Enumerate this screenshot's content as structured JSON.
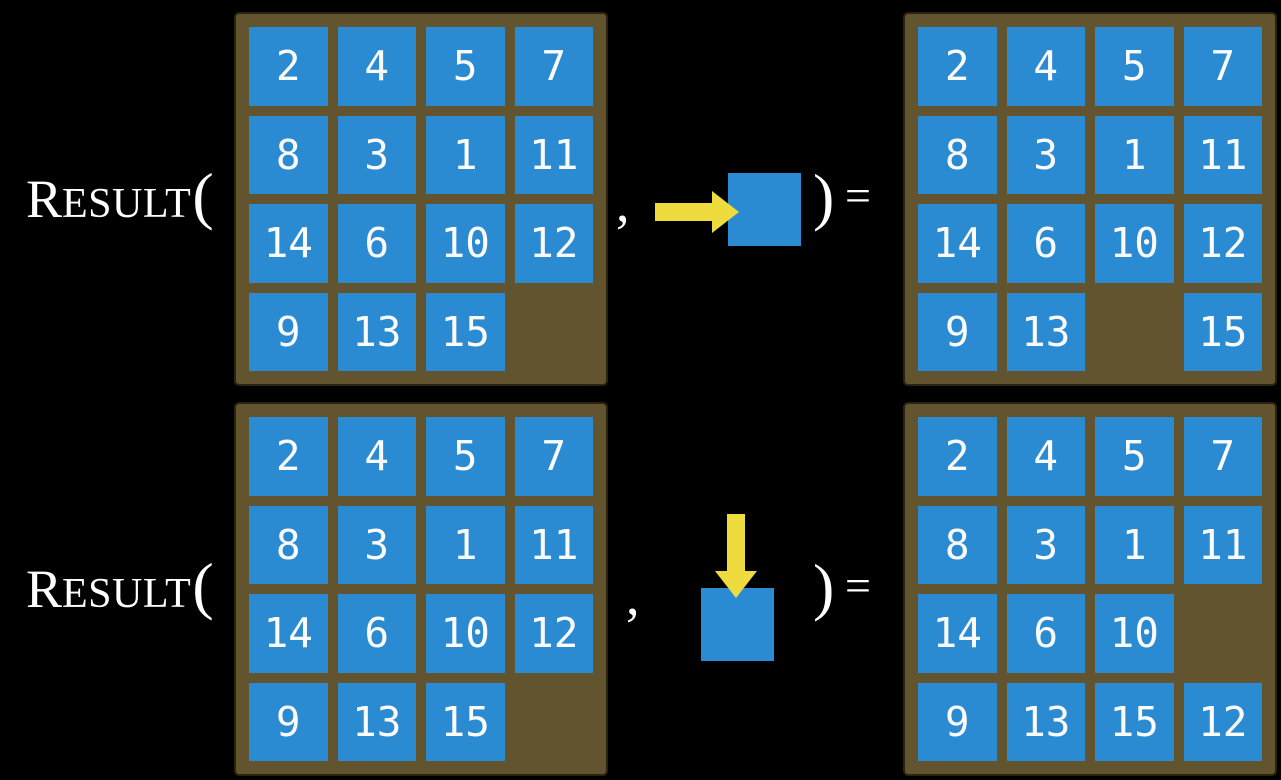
{
  "notation": {
    "function_initial": "R",
    "function_rest": "ESULT",
    "open_paren": "(",
    "comma": ",",
    "close_paren": ")",
    "equals": "="
  },
  "colors": {
    "bg": "#000000",
    "board": "#635430",
    "board_border": "#2b2310",
    "tile": "#2A8AD2",
    "num": "#FBFBFB",
    "arrow": "#EEDC3E",
    "text": "#FFFFFF"
  },
  "examples": [
    {
      "id": "slide-right",
      "move_direction": "right",
      "move_icon": "right-arrow-icon",
      "input_board": [
        [
          "2",
          "4",
          "5",
          "7"
        ],
        [
          "8",
          "3",
          "1",
          "11"
        ],
        [
          "14",
          "6",
          "10",
          "12"
        ],
        [
          "9",
          "13",
          "15",
          ""
        ]
      ],
      "output_board": [
        [
          "2",
          "4",
          "5",
          "7"
        ],
        [
          "8",
          "3",
          "1",
          "11"
        ],
        [
          "14",
          "6",
          "10",
          "12"
        ],
        [
          "9",
          "13",
          "",
          "15"
        ]
      ]
    },
    {
      "id": "slide-down",
      "move_direction": "down",
      "move_icon": "down-arrow-icon",
      "input_board": [
        [
          "2",
          "4",
          "5",
          "7"
        ],
        [
          "8",
          "3",
          "1",
          "11"
        ],
        [
          "14",
          "6",
          "10",
          "12"
        ],
        [
          "9",
          "13",
          "15",
          ""
        ]
      ],
      "output_board": [
        [
          "2",
          "4",
          "5",
          "7"
        ],
        [
          "8",
          "3",
          "1",
          "11"
        ],
        [
          "14",
          "6",
          "10",
          ""
        ],
        [
          "9",
          "13",
          "15",
          "12"
        ]
      ]
    }
  ]
}
